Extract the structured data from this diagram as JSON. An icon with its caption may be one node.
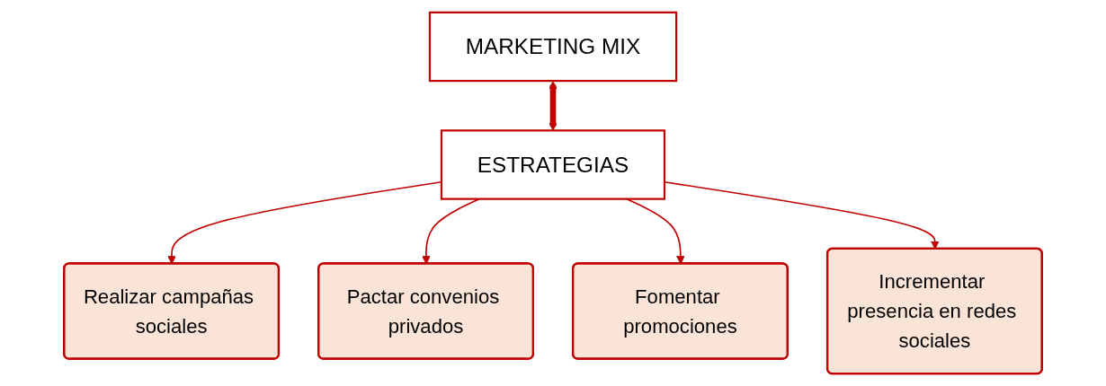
{
  "diagram": {
    "nodes": [
      {
        "text": [
          "MARKETING MIX"
        ]
      },
      {
        "text": [
          "ESTRATEGIAS"
        ]
      },
      {
        "text": [
          "Realizar campañas sociales"
        ]
      },
      {
        "text": [
          "Pactar convenios privados"
        ]
      },
      {
        "text": [
          "Fomentar promociones"
        ]
      },
      {
        "text": [
          "Incrementar presencia en redes sociales"
        ]
      }
    ],
    "edges": [
      {
        "from": 0,
        "to": 1,
        "arrow": "both",
        "style": "thick"
      },
      {
        "from": 1,
        "to": 2,
        "arrow": "to"
      },
      {
        "from": 1,
        "to": 3,
        "arrow": "to"
      },
      {
        "from": 1,
        "to": 4,
        "arrow": "to"
      },
      {
        "from": 1,
        "to": 5,
        "arrow": "to"
      }
    ]
  }
}
